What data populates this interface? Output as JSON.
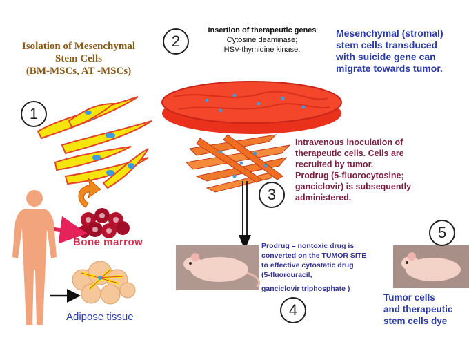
{
  "labels": {
    "isolation_line1": "Isolation of  Mesenchymal",
    "isolation_line2": "Stem Cells",
    "isolation_line3": "(BM-MSCs, AT -MSCs)",
    "insertion_title": "Insertion of therapeutic genes",
    "insertion_gene1": "Cytosine deaminase;",
    "insertion_gene2": "HSV-thymidine kinase.",
    "msc_line1": "Mesenchymal (stromal)",
    "msc_line2": "stem cells transduced",
    "msc_line3": "with suicide gene can",
    "msc_line4": "migrate towards tumor.",
    "iv_line1": "Intravenous inoculation of",
    "iv_line2": "therapeutic cells. Cells are",
    "iv_line3": "recruited by tumor.",
    "iv_line4": "Prodrug (5-fluorocytosine;",
    "iv_line5": "ganciclovir) is subsequently",
    "iv_line6": "administered.",
    "prodrug_line1": "Prodrug – nontoxic drug is",
    "prodrug_line2": "converted on the TUMOR SITE",
    "prodrug_line3": "to effective cytostatic drug",
    "prodrug_line4": "(5-fluorouracil,",
    "prodrug_line5": "ganciclovir triphosphate )",
    "tumor_line1": "Tumor cells",
    "tumor_line2": "and therapeutic",
    "tumor_line3": "stem cells dye",
    "bone_marrow": "Bone marrow",
    "adipose": "Adipose tissue"
  },
  "steps": [
    "1",
    "2",
    "3",
    "4",
    "5"
  ],
  "colors": {
    "cell_fill": "#f5e50c",
    "cell_edge": "#e0452b",
    "nucleus": "#3d9be0",
    "dish_fill": "#f4462a",
    "marrow": "#b5122e",
    "arrow_pink": "#e5225a",
    "body": "#f2a47c",
    "adipose": "#f6c79a"
  },
  "icons": [
    "petri-dish-icon",
    "stem-cell-icon",
    "curved-arrow-icon",
    "human-body-icon",
    "mouse-icon",
    "syringe-arrow-icon"
  ]
}
